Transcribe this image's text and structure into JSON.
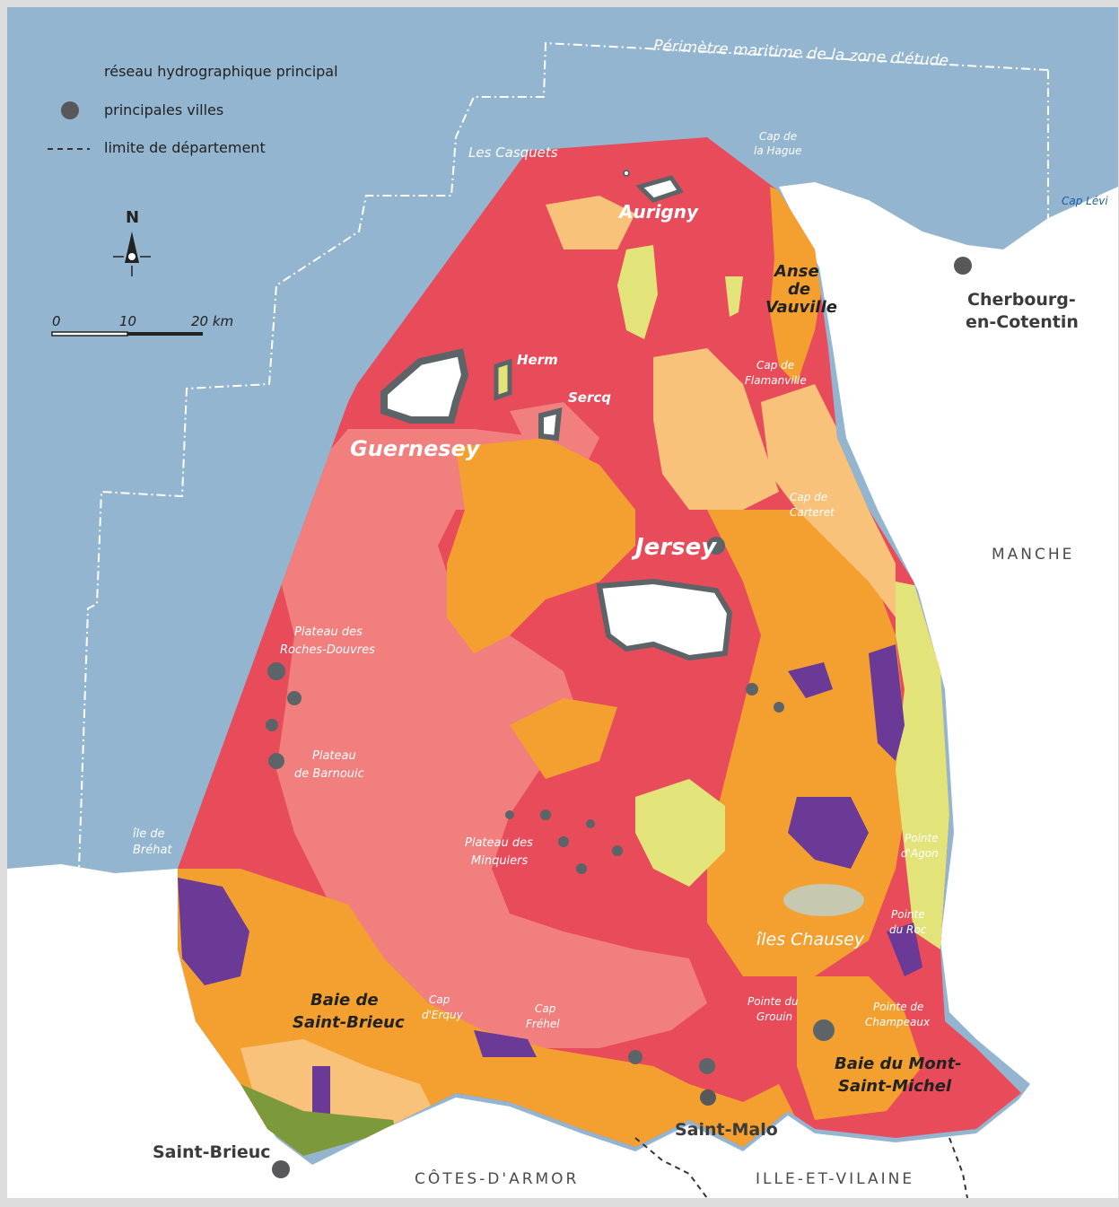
{
  "legend": {
    "river": "réseau hydrographique principal",
    "cities": "principales villes",
    "department_limit": "limite de département"
  },
  "compass": {
    "north": "N"
  },
  "scale": {
    "t0": "0",
    "t10": "10",
    "t20": "20 km"
  },
  "perimeter_label": "Périmètre maritime de la zone d'étude",
  "islands": {
    "aurigny": "Aurigny",
    "herm": "Herm",
    "sercq": "Sercq",
    "guernesey": "Guernesey",
    "jersey": "Jersey",
    "les_casquets": "Les Casquets",
    "iles_chausey": "îles Chausey",
    "ile_de_brehat_1": "île de",
    "ile_de_brehat_2": "Bréhat"
  },
  "plateaus": {
    "roches_douvres_1": "Plateau des",
    "roches_douvres_2": "Roches-Douvres",
    "barnouic_1": "Plateau",
    "barnouic_2": "de Barnouic",
    "minquiers_1": "Plateau des",
    "minquiers_2": "Minquiers"
  },
  "capes": {
    "la_hague_1": "Cap de",
    "la_hague_2": "la Hague",
    "flamanville_1": "Cap de",
    "flamanville_2": "Flamanville",
    "carteret_1": "Cap de",
    "carteret_2": "Carteret",
    "levi": "Cap Lévi",
    "erquy_1": "Cap",
    "erquy_2": "d'Erquy",
    "frehel_1": "Cap",
    "frehel_2": "Fréhel",
    "grouin_1": "Pointe du",
    "grouin_2": "Grouin",
    "champeaux_1": "Pointe de",
    "champeaux_2": "Champeaux",
    "agon_1": "Pointe",
    "agon_2": "d'Agon",
    "roc_1": "Pointe",
    "roc_2": "du Roc"
  },
  "bays": {
    "vauville_1": "Anse",
    "vauville_2": "de",
    "vauville_3": "Vauville",
    "saint_brieuc_1": "Baie de",
    "saint_brieuc_2": "Saint-Brieuc",
    "mont_1": "Baie du Mont-",
    "mont_2": "Saint-Michel"
  },
  "cities": {
    "cherbourg_1": "Cherbourg-",
    "cherbourg_2": "en-Cotentin",
    "saint_malo": "Saint-Malo",
    "saint_brieuc": "Saint-Brieuc"
  },
  "departments": {
    "manche": "MANCHE",
    "cotes_armor": "CÔTES-D'ARMOR",
    "ille_vilaine": "ILLE-ET-VILAINE"
  },
  "colors": {
    "sea": "#93b5d0",
    "land": "#ffffff",
    "red": "#e84b5a",
    "pink": "#f07f7e",
    "orange": "#f4a030",
    "light_orange": "#f8c27a",
    "yellow_green": "#e2e47a",
    "purple": "#6a3a96",
    "rock": "#5d6468",
    "olive": "#7c9a3c"
  }
}
